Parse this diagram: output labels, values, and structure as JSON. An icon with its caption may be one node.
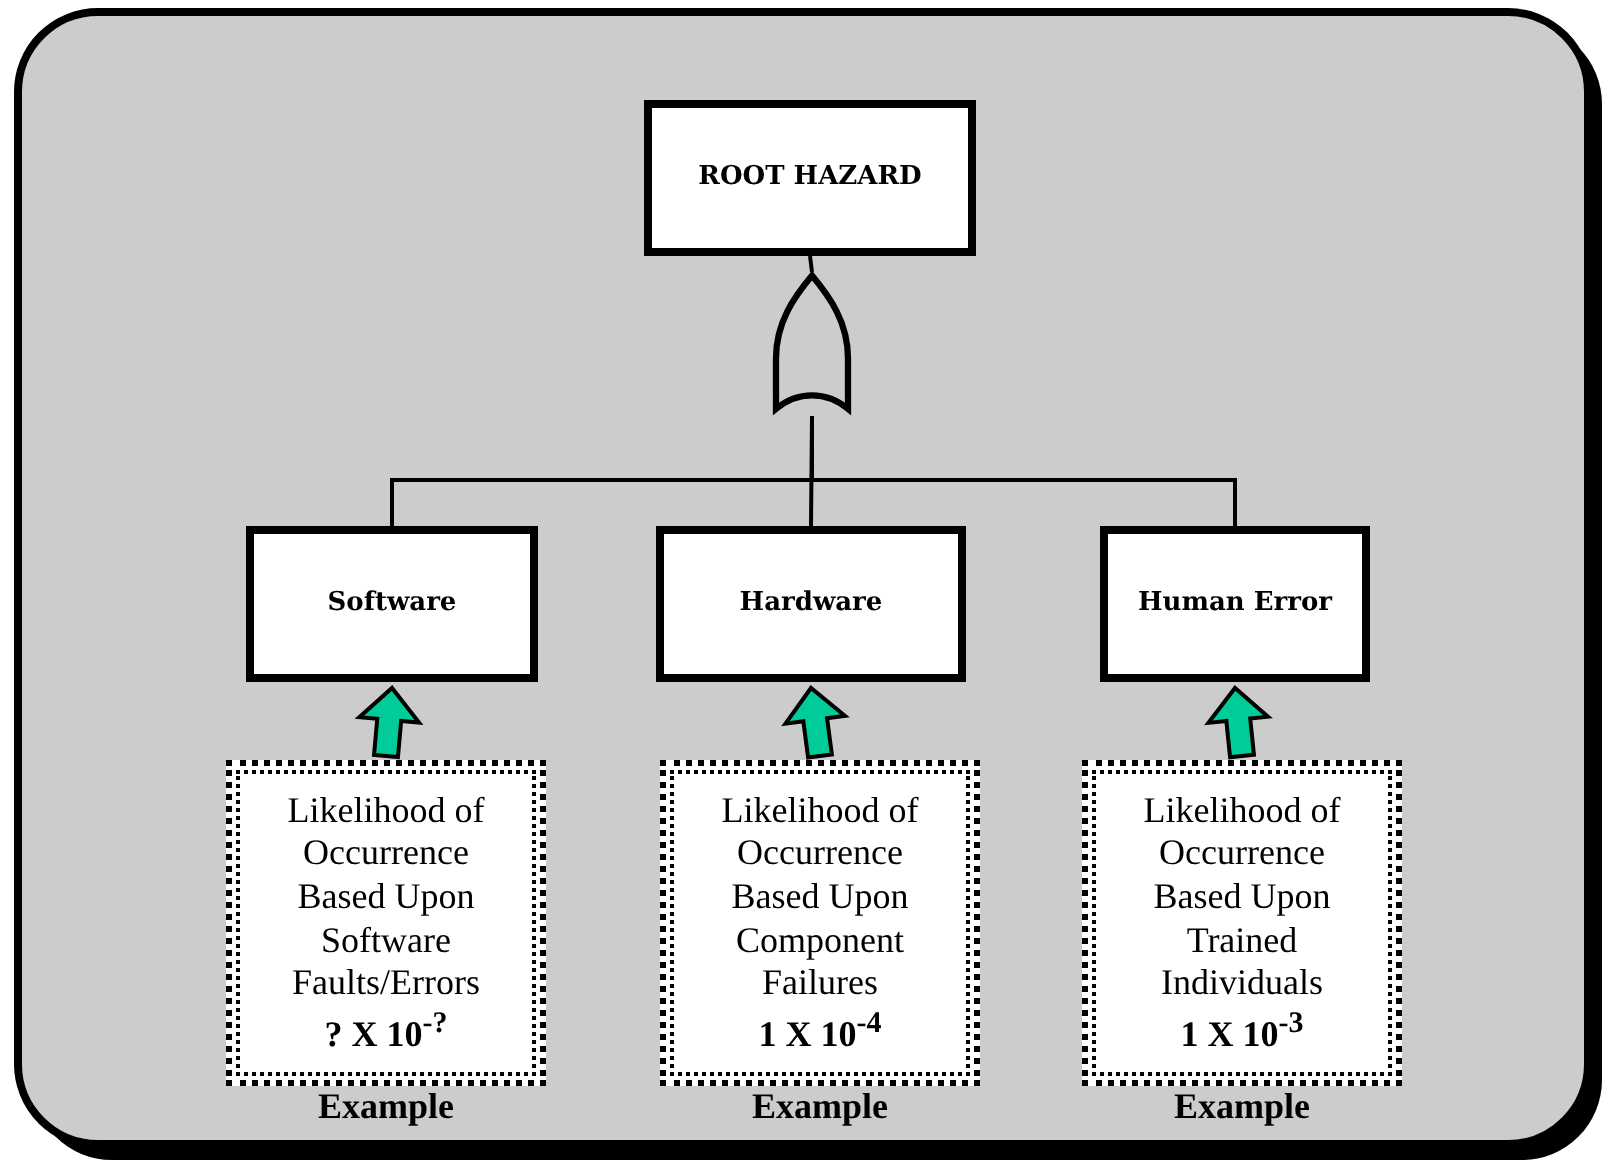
{
  "diagram": {
    "nodes": [
      {
        "text": [
          "ROOT HAZARD"
        ]
      },
      {
        "text": [],
        "shape": "gate"
      },
      {
        "text": [
          "Software"
        ]
      },
      {
        "text": [
          "Hardware"
        ]
      },
      {
        "text": [
          "Human Error"
        ]
      },
      {
        "text": [
          "Likelihood of Occurrence Based Upon Software Faults/Errors",
          "? X 10$^{-?}$"
        ],
        "beside": [
          "Example"
        ]
      },
      {
        "text": [
          "Likelihood of Occurrence Based Upon Component Failures",
          "1 X 10$^{-4}$"
        ],
        "beside": [
          "Example"
        ]
      },
      {
        "text": [
          "Likelihood of Occurrence Based Upon Trained Individuals",
          "1 X 10$^{-3}$"
        ],
        "beside": [
          "Example"
        ]
      }
    ],
    "edges": [
      {
        "from": 1,
        "to": 0,
        "arrow": "none"
      },
      {
        "from": 2,
        "to": 1,
        "arrow": "none"
      },
      {
        "from": 3,
        "to": 1,
        "arrow": "none"
      },
      {
        "from": 4,
        "to": 1,
        "arrow": "none"
      },
      {
        "from": 5,
        "to": 2,
        "arrow": "to",
        "style": "thick",
        "color": "#00cc99"
      },
      {
        "from": 6,
        "to": 3,
        "arrow": "to",
        "style": "thick",
        "color": "#00cc99"
      },
      {
        "from": 7,
        "to": 4,
        "arrow": "to",
        "style": "thick",
        "color": "#00cc99"
      }
    ]
  }
}
